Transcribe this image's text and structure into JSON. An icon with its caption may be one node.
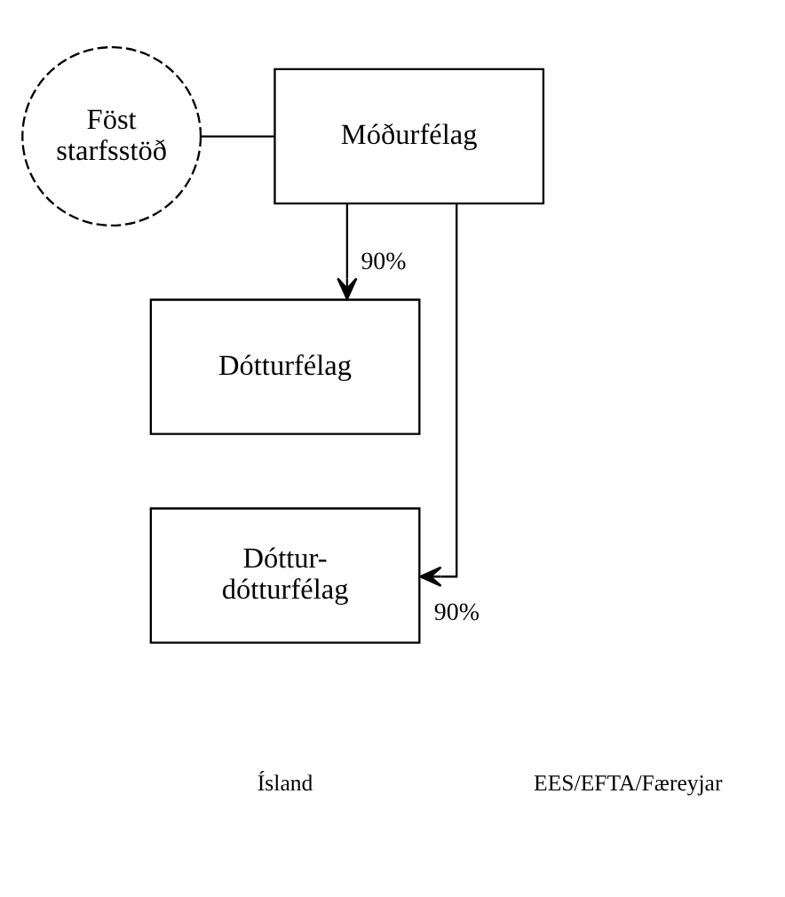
{
  "diagram": {
    "nodes": [
      {
        "text": [
          "Föst starfsstöð"
        ]
      },
      {
        "text": [
          "Móðurfélag"
        ]
      },
      {
        "text": [
          "Dótturfélag"
        ]
      },
      {
        "text": [
          "Dóttur- dótturfélag"
        ]
      }
    ],
    "edges": [
      {
        "from": 0,
        "to": 1,
        "arrow": "none"
      },
      {
        "from": 1,
        "to": 2,
        "arrow": "to",
        "label": "90%"
      },
      {
        "from": 1,
        "to": 3,
        "arrow": "to",
        "label": "90%"
      }
    ],
    "labels": [
      "Ísland",
      "EES/EFTA/Færeyjar"
    ]
  }
}
